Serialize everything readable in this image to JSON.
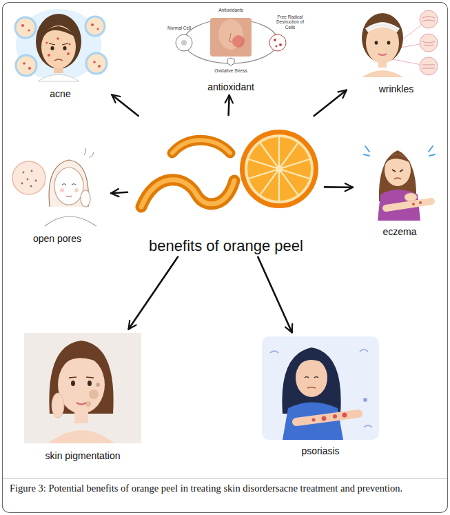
{
  "diagram": {
    "caption": "Figure 3: Potential benefits of orange peel in treating skin disordersacne treatment and prevention.",
    "nodes": [
      {
        "text": [
          "acne"
        ]
      },
      {
        "text": [
          "antioxidant"
        ]
      },
      {
        "text": [
          "wrinkles"
        ]
      },
      {
        "text": [
          "open pores"
        ]
      },
      {
        "text": [
          "benefits of orange peel"
        ]
      },
      {
        "text": [
          "eczema"
        ]
      },
      {
        "text": [
          "skin pigmentation"
        ]
      },
      {
        "text": [
          "psoriasis"
        ]
      }
    ],
    "edges": [
      {
        "from": 4,
        "to": 0,
        "arrow": "to"
      },
      {
        "from": 4,
        "to": 1,
        "arrow": "to"
      },
      {
        "from": 4,
        "to": 2,
        "arrow": "to"
      },
      {
        "from": 4,
        "to": 3,
        "arrow": "to"
      },
      {
        "from": 4,
        "to": 5,
        "arrow": "to"
      },
      {
        "from": 4,
        "to": 6,
        "arrow": "to"
      },
      {
        "from": 4,
        "to": 7,
        "arrow": "to"
      }
    ],
    "labels": [
      "Antioxidants",
      "Normal Cell",
      "Free Radical Destruction of Cells",
      "Oxidative Stress"
    ]
  }
}
